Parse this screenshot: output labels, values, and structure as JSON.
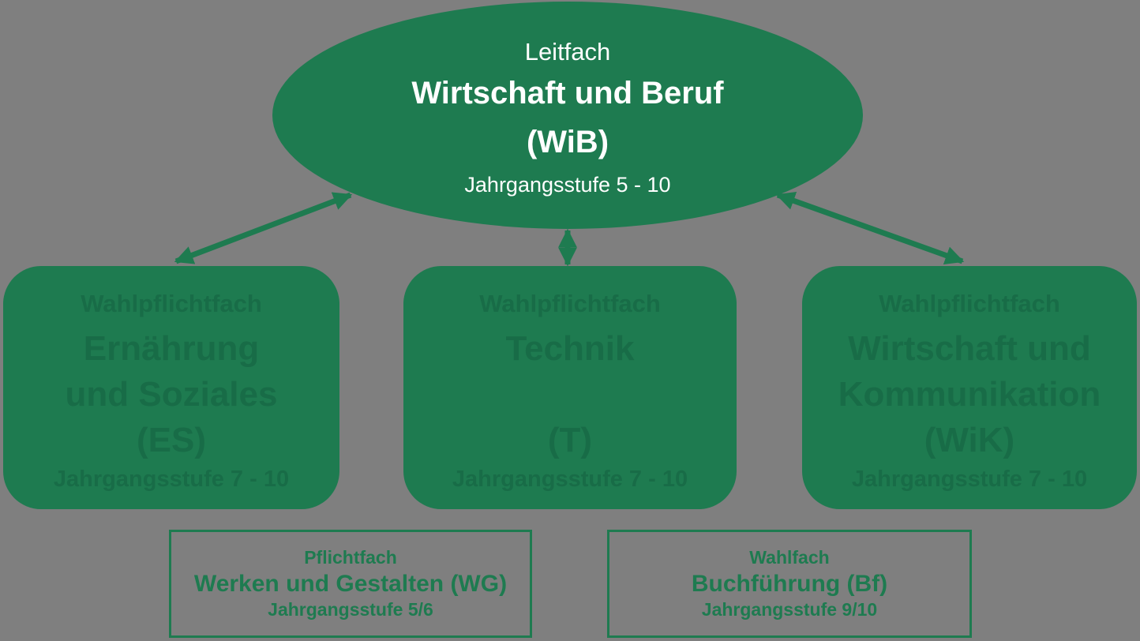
{
  "colors": {
    "background": "#7F7F7F",
    "green": "#1E7B50",
    "green_text_dark": "#186C47",
    "white": "#FFFFFF"
  },
  "leitfach": {
    "category": "Leitfach",
    "name_line1": "Wirtschaft und Beruf",
    "name_line2": "(WiB)",
    "grades": "Jahrgangsstufe 5 - 10"
  },
  "subject_boxes": [
    {
      "category": "Wahlpflichtfach",
      "name_line1": "Ernährung",
      "name_line2": "und Soziales",
      "abbreviation": "(ES)",
      "grades": "Jahrgangsstufe 7 - 10"
    },
    {
      "category": "Wahlpflichtfach",
      "name_line1": "Technik",
      "name_line2": "",
      "abbreviation": "(T)",
      "grades": "Jahrgangsstufe 7 - 10"
    },
    {
      "category": "Wahlpflichtfach",
      "name_line1": "Wirtschaft und",
      "name_line2": "Kommunikation",
      "abbreviation": "(WiK)",
      "grades": "Jahrgangsstufe 7 - 10"
    }
  ],
  "bottom_boxes": [
    {
      "category": "Pflichtfach",
      "name": "Werken und Gestalten (WG)",
      "grades": "Jahrgangsstufe 5/6"
    },
    {
      "category": "Wahlfach",
      "name": "Buchführung (Bf)",
      "grades": "Jahrgangsstufe 9/10"
    }
  ]
}
